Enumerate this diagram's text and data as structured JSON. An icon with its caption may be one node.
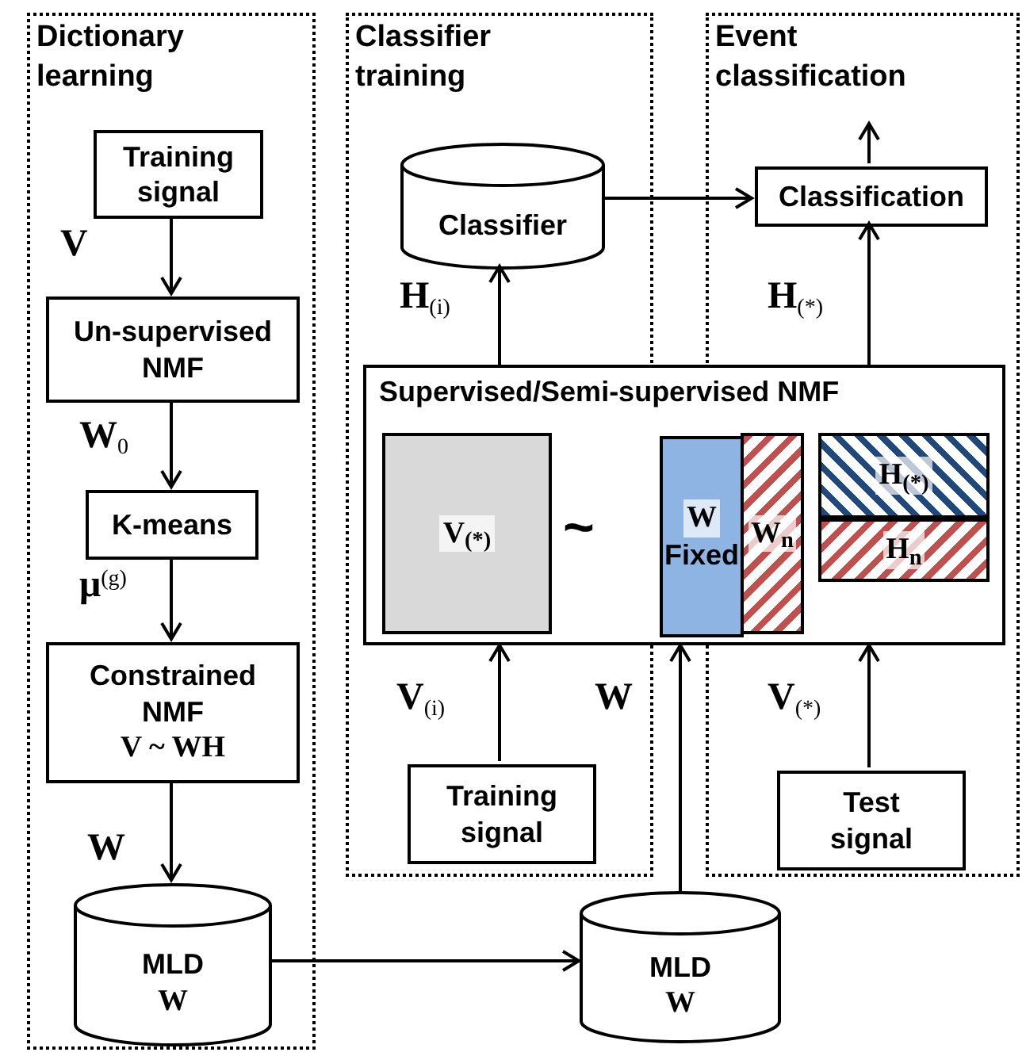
{
  "diagram": {
    "nodes": [
      {
        "text": [
          "Dictionary learning"
        ]
      },
      {
        "text": [
          "Training signal"
        ],
        "in": 0
      },
      {
        "text": [
          "Un-supervised NMF"
        ],
        "in": 0
      },
      {
        "text": [
          "K-means"
        ],
        "in": 0
      },
      {
        "text": [
          "Constrained NMF",
          "V ~ WH"
        ],
        "in": 0
      },
      {
        "text": [
          "MLD",
          "W"
        ],
        "in": 0
      },
      {
        "text": [
          "Classifier training"
        ]
      },
      {
        "text": [
          "Event classification"
        ]
      },
      {
        "text": [
          "Classifier"
        ],
        "in": 6
      },
      {
        "text": [
          "Classification"
        ],
        "in": 7
      },
      {
        "text": [
          "Supervised/Semi-supervised NMF"
        ]
      },
      {
        "text": [
          "V$_{(*)}$"
        ]
      },
      {
        "text": [
          "W",
          "Fixed"
        ],
        "in": 10
      },
      {
        "text": [
          "W$_{n}$"
        ]
      },
      {
        "text": [
          "H$_{(*)}$"
        ]
      },
      {
        "text": [
          "H$_{n}$"
        ]
      },
      {
        "text": [
          "Training signal"
        ],
        "in": 6
      },
      {
        "text": [
          "Test signal"
        ],
        "in": 7
      },
      {
        "text": [
          "MLD",
          "W"
        ]
      }
    ],
    "edges": [
      {
        "from": 1,
        "to": 2,
        "arrow": "to",
        "label": "V"
      },
      {
        "from": 2,
        "to": 3,
        "arrow": "to",
        "label": "W$_{0}$"
      },
      {
        "from": 3,
        "to": 4,
        "arrow": "to",
        "label": "μ$^{(g)}$"
      },
      {
        "from": 4,
        "to": 5,
        "arrow": "to",
        "label": "W"
      },
      {
        "from": 5,
        "to": 18,
        "arrow": "to"
      },
      {
        "from": 18,
        "to": 10,
        "arrow": "to",
        "label": "W"
      },
      {
        "from": 16,
        "to": 10,
        "arrow": "to",
        "label": "V$_{(i)}$"
      },
      {
        "from": 17,
        "to": 10,
        "arrow": "to",
        "label": "V$_{(*)}$"
      },
      {
        "from": 10,
        "to": 8,
        "arrow": "to",
        "label": "H$_{(i)}$"
      },
      {
        "from": 10,
        "to": 9,
        "arrow": "to",
        "label": "H$_{(*)}$"
      },
      {
        "from": 8,
        "to": 9,
        "arrow": "to"
      },
      {
        "from": 9,
        "to": null,
        "arrow": "to"
      }
    ],
    "labels": [
      "~"
    ]
  }
}
